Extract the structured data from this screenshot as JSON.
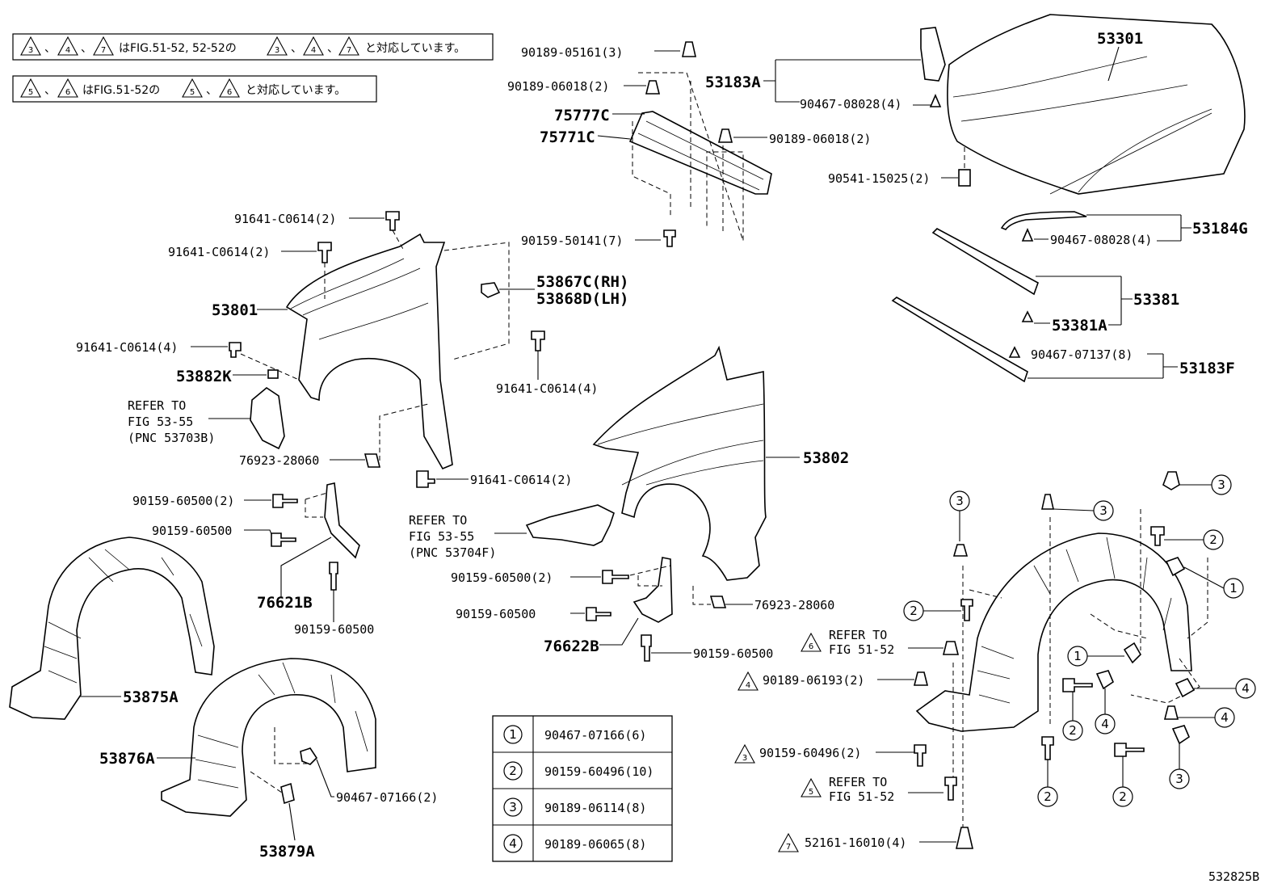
{
  "notes": {
    "line1_refs": [
      "3",
      "4",
      "7"
    ],
    "line1_mid": "はFIG.51-52, 52-52の",
    "line1_end": "と対応しています。",
    "line2_refs": [
      "5",
      "6"
    ],
    "line2_mid": "はFIG.51-52の",
    "line2_end": "と対応しています。",
    "sep": "、"
  },
  "labels": {
    "p53301": "53301",
    "p53183A": "53183A",
    "p90467_08028_a": "90467-08028(4)",
    "p90189_05161": "90189-05161(3)",
    "p90189_06018_a": "90189-06018(2)",
    "p75777C": "75777C",
    "p75771C": "75771C",
    "p90189_06018_b": "90189-06018(2)",
    "p90541_15025": "90541-15025(2)",
    "p53184G": "53184G",
    "p90467_08028_b": "90467-08028(4)",
    "p53381": "53381",
    "p53381A": "53381A",
    "p90467_07137": "90467-07137(8)",
    "p53183F": "53183F",
    "p91641_c0614_a": "91641-C0614(2)",
    "p91641_c0614_b": "91641-C0614(2)",
    "p90159_50141": "90159-50141(7)",
    "p53867C": "53867C(RH)",
    "p53868D": "53868D(LH)",
    "p53801": "53801",
    "p91641_c0614_c": "91641-C0614(4)",
    "p53882K": "53882K",
    "p91641_c0614_d": "91641-C0614(4)",
    "refer1_a": "REFER TO",
    "refer1_b": "FIG 53-55",
    "refer1_c": "(PNC 53703B)",
    "p76923_28060_a": "76923-28060",
    "p91641_c0614_e": "91641-C0614(2)",
    "p90159_60500_a": "90159-60500(2)",
    "p90159_60500_b": "90159-60500",
    "p76621B": "76621B",
    "p90159_60500_c": "90159-60500",
    "p53802": "53802",
    "refer2_a": "REFER TO",
    "refer2_b": "FIG 53-55",
    "refer2_c": "(PNC 53704F)",
    "p90159_60500_d": "90159-60500(2)",
    "p90159_60500_e": "90159-60500",
    "p76923_28060_b": "76923-28060",
    "p76622B": "76622B",
    "p90159_60500_f": "90159-60500",
    "p53875A": "53875A",
    "p53876A": "53876A",
    "p90467_07166": "90467-07166(2)",
    "p53879A": "53879A",
    "refer6_a": "REFER TO",
    "refer6_b": "FIG 51-52",
    "p90189_06193": "90189-06193(2)",
    "p90159_60496": "90159-60496(2)",
    "refer5_a": "REFER TO",
    "refer5_b": "FIG 51-52",
    "p52161_16010": "52161-16010(4)",
    "tri6": "6",
    "tri4": "4",
    "tri3": "3",
    "tri5": "5",
    "tri7": "7",
    "c1": "1",
    "c2": "2",
    "c3": "3",
    "c4": "4",
    "figure_id": "532825B"
  },
  "legend": [
    {
      "key": "1",
      "part": "90467-07166(6)"
    },
    {
      "key": "2",
      "part": "90159-60496(10)"
    },
    {
      "key": "3",
      "part": "90189-06114(8)"
    },
    {
      "key": "4",
      "part": "90189-06065(8)"
    }
  ]
}
